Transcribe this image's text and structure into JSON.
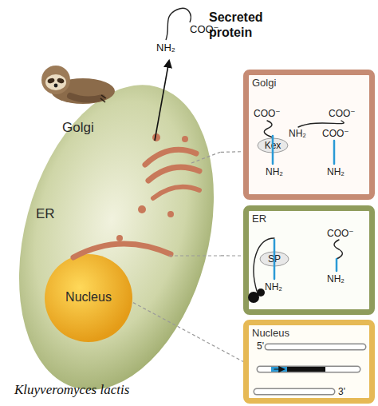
{
  "diagram": {
    "caption": "Kluyveromyces lactis",
    "nodes": [
      {
        "text": [
          "Golgi",
          "ER"
        ]
      },
      {
        "text": [
          "Nucleus"
        ],
        "in": 0
      },
      {
        "text": [
          "Golgi",
          "COO⁻",
          "COO⁻",
          "NH₂",
          "COO⁻",
          "NH₂",
          "NH₂"
        ]
      },
      {
        "text": [
          "Kex"
        ],
        "in": 2
      },
      {
        "text": [
          "ER",
          "COO⁻",
          "NH₂",
          "NH₂"
        ]
      },
      {
        "text": [
          "SP"
        ],
        "in": 4
      },
      {
        "text": [
          "Nucleus",
          "5'",
          "3'"
        ]
      }
    ],
    "edges": [
      {
        "from": 0,
        "to": 2,
        "arrow": "none"
      },
      {
        "from": 0,
        "to": 4,
        "arrow": "none"
      },
      {
        "from": 1,
        "to": 6,
        "arrow": "none"
      }
    ],
    "labels": [
      "Secreted protein",
      "NH₂",
      "COO⁻"
    ]
  }
}
